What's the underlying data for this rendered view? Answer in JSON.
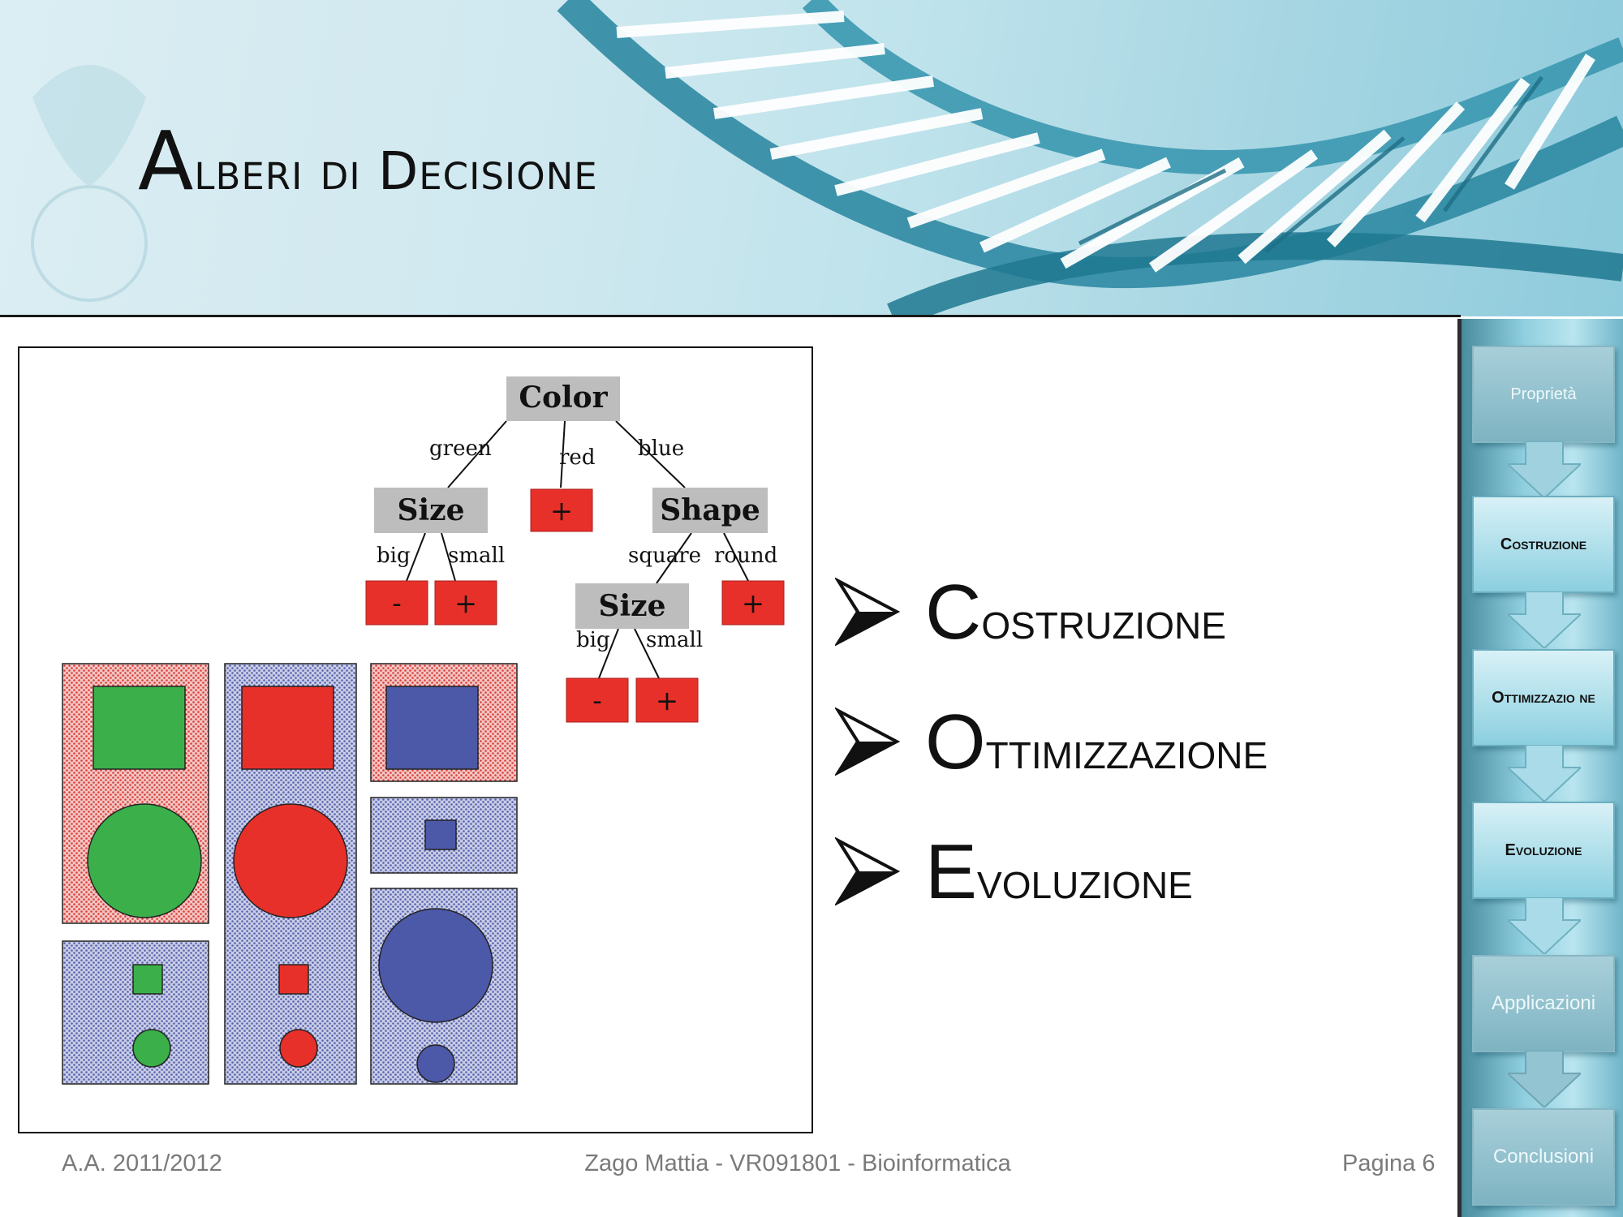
{
  "slide": {
    "title": "Alberi di Decisione"
  },
  "tree": {
    "nodes": {
      "root": "Color",
      "size_left": "Size",
      "plus_red": "+",
      "shape": "Shape",
      "minus_big": "-",
      "plus_small": "+",
      "size_square": "Size",
      "plus_round": "+",
      "minus_big2": "-",
      "plus_small2": "+"
    },
    "edges": {
      "green": "green",
      "red": "red",
      "blue": "blue",
      "big": "big",
      "small": "small",
      "square": "square",
      "round": "round",
      "big2": "big",
      "small2": "small"
    }
  },
  "colors": {
    "green": "#3bb04a",
    "red": "#e8302a",
    "blue": "#4c58a8",
    "node_gray": "#bdbdbd"
  },
  "bullets": [
    "Costruzione",
    "Ottimizzazione",
    "Evoluzione"
  ],
  "nav": {
    "steps": [
      {
        "label": "Proprietà"
      },
      {
        "label": "Costruzione"
      },
      {
        "label": "Ottimizzazio ne"
      },
      {
        "label": "Evoluzione"
      },
      {
        "label": "Applicazioni"
      },
      {
        "label": "Conclusioni"
      }
    ]
  },
  "footer": {
    "left": "A.A. 2011/2012",
    "center": "Zago Mattia - VR091801 - Bioinformatica",
    "right": "Pagina 6"
  }
}
